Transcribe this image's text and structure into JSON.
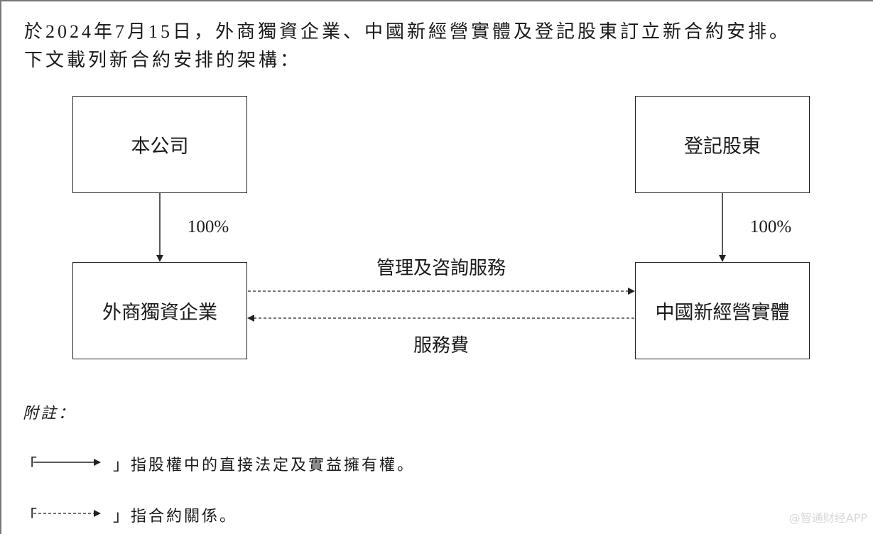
{
  "intro": {
    "line1": "於2024年7月15日，外商獨資企業、中國新經營實體及登記股東訂立新合約安排。",
    "line2": "下文載列新合約安排的架構："
  },
  "diagram": {
    "company": "本公司",
    "registered_shareholders": "登記股東",
    "wfoe": "外商獨資企業",
    "new_opco": "中國新經營實體",
    "company_to_wfoe_pct": "100%",
    "shareholders_to_opco_pct": "100%",
    "services_label": "管理及咨詢服務",
    "fee_label": "服務費"
  },
  "notes": {
    "title": "附註：",
    "solid": {
      "open": "「",
      "close": "」",
      "text": "指股權中的直接法定及實益擁有權。"
    },
    "dashed": {
      "open": "「",
      "close": "」",
      "text": "指合約關係。"
    }
  },
  "watermark": "@智通财经APP"
}
